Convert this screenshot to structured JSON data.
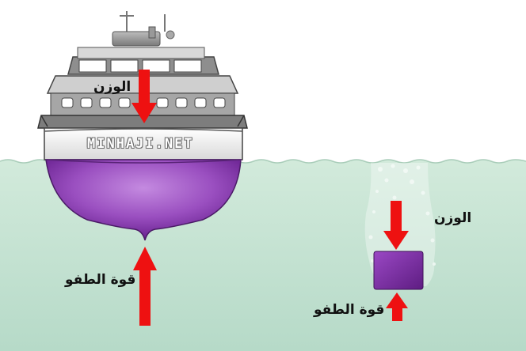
{
  "labels": {
    "ship_weight": "الوزن",
    "ship_buoyancy": "قوة الطفو",
    "cube_weight": "الوزن",
    "cube_buoyancy": "قوة الطفو"
  },
  "watermark": "MINHAJI.NET",
  "colors": {
    "water_top": "#cfe7d8",
    "water_bottom": "#b9dccb",
    "hull": "#9b4fc0",
    "hull_dark": "#7a2fa0",
    "superstructure": "#8c8c8c",
    "arrow": "#ee1111",
    "cube": "#7c2ba8"
  }
}
